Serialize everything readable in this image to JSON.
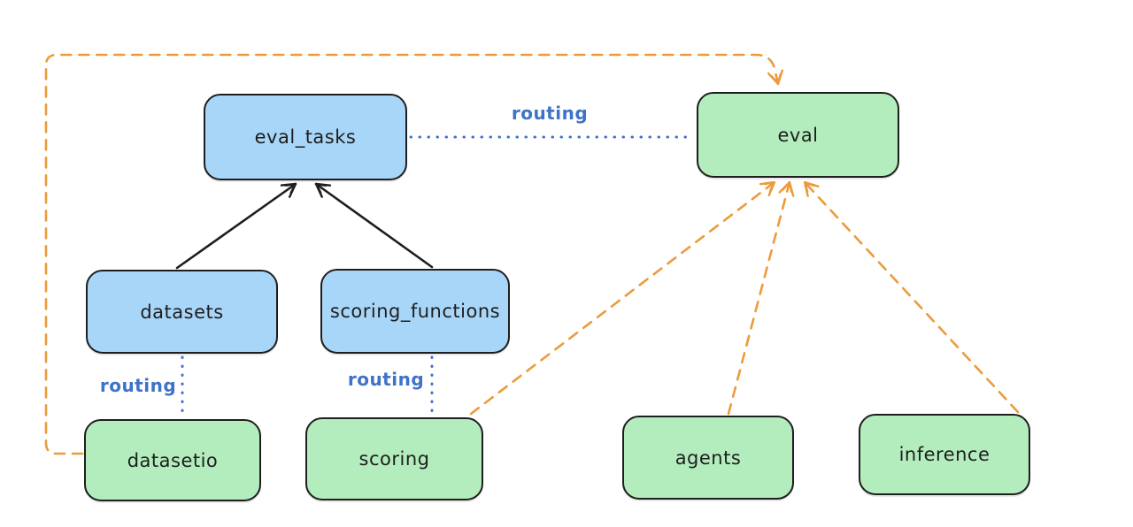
{
  "diagram": {
    "title": "",
    "nodes": [
      {
        "id": "eval_tasks",
        "label": "eval_tasks",
        "color": "blue"
      },
      {
        "id": "eval",
        "label": "eval",
        "color": "green"
      },
      {
        "id": "datasets",
        "label": "datasets",
        "color": "blue"
      },
      {
        "id": "scoring_functions",
        "label": "scoring_functions",
        "color": "blue"
      },
      {
        "id": "datasetio",
        "label": "datasetio",
        "color": "green"
      },
      {
        "id": "scoring",
        "label": "scoring",
        "color": "green"
      },
      {
        "id": "agents",
        "label": "agents",
        "color": "green"
      },
      {
        "id": "inference",
        "label": "inference",
        "color": "green"
      }
    ],
    "edges": [
      {
        "from": "datasets",
        "to": "eval_tasks",
        "style": "solid-black-arrow",
        "label": ""
      },
      {
        "from": "scoring_functions",
        "to": "eval_tasks",
        "style": "solid-black-arrow",
        "label": ""
      },
      {
        "from": "eval_tasks",
        "to": "eval",
        "style": "dotted-blue",
        "label": "routing"
      },
      {
        "from": "datasets",
        "to": "datasetio",
        "style": "dotted-blue",
        "label": "routing"
      },
      {
        "from": "scoring_functions",
        "to": "scoring",
        "style": "dotted-blue",
        "label": "routing"
      },
      {
        "from": "datasetio",
        "to": "eval",
        "style": "dashed-orange-arrow",
        "label": ""
      },
      {
        "from": "scoring",
        "to": "eval",
        "style": "dashed-orange-arrow",
        "label": ""
      },
      {
        "from": "agents",
        "to": "eval",
        "style": "dashed-orange-arrow",
        "label": ""
      },
      {
        "from": "inference",
        "to": "eval",
        "style": "dashed-orange-arrow",
        "label": ""
      }
    ],
    "colors": {
      "background": "#ffffff",
      "node_stroke": "#1e1e1e",
      "blue_node_fill": "#a8d6f8",
      "green_node_fill": "#b4edbd",
      "routing_blue": "#3e73c9",
      "provider_orange": "#ec9b3c",
      "solid_arrow_black": "#1e1e1e"
    }
  }
}
